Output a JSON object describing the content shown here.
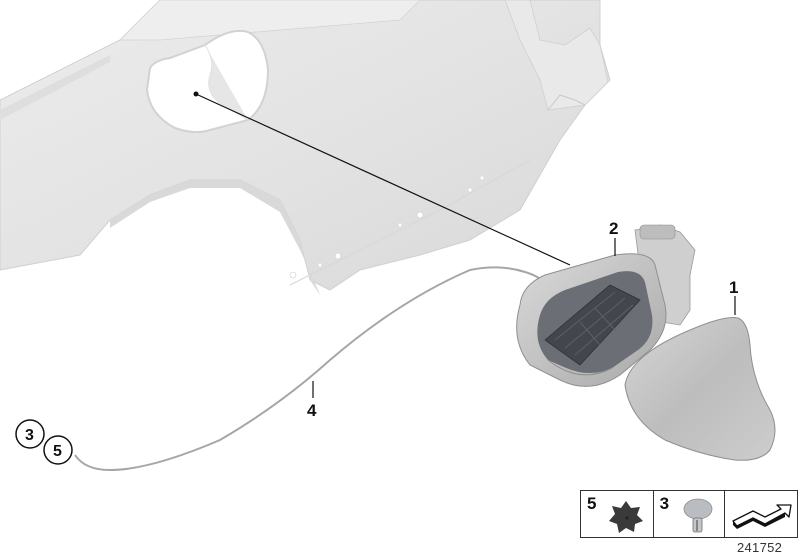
{
  "diagram": {
    "id": "241752",
    "type": "exploded-parts-view",
    "subject": "Fuel filler flap assembly",
    "parts": [
      {
        "number": "1",
        "label_text": "1",
        "description": "fuel-filler-flap-cover"
      },
      {
        "number": "2",
        "label_text": "2",
        "description": "fuel-filler-housing-pot-with-actuator"
      },
      {
        "number": "3",
        "label_text": "3",
        "description": "expanding-rivet-clip",
        "circled": true
      },
      {
        "number": "4",
        "label_text": "4",
        "description": "emergency-release-cable"
      },
      {
        "number": "5",
        "label_text": "5",
        "description": "star-shaped-grommet",
        "circled": true
      }
    ],
    "legend": [
      {
        "number": "5",
        "icon": "star-grommet-icon"
      },
      {
        "number": "3",
        "icon": "rivet-clip-icon"
      },
      {
        "number": "",
        "icon": "see-also-arrow-icon"
      }
    ],
    "colors": {
      "body_panel": "#e6e6e6",
      "body_edge": "#cfcfcf",
      "housing": "#c9c9c9",
      "housing_dark": "#4d5058",
      "flap": "#c4c4c4",
      "leader_line": "#111111",
      "cable": "#a9a9a9"
    }
  }
}
